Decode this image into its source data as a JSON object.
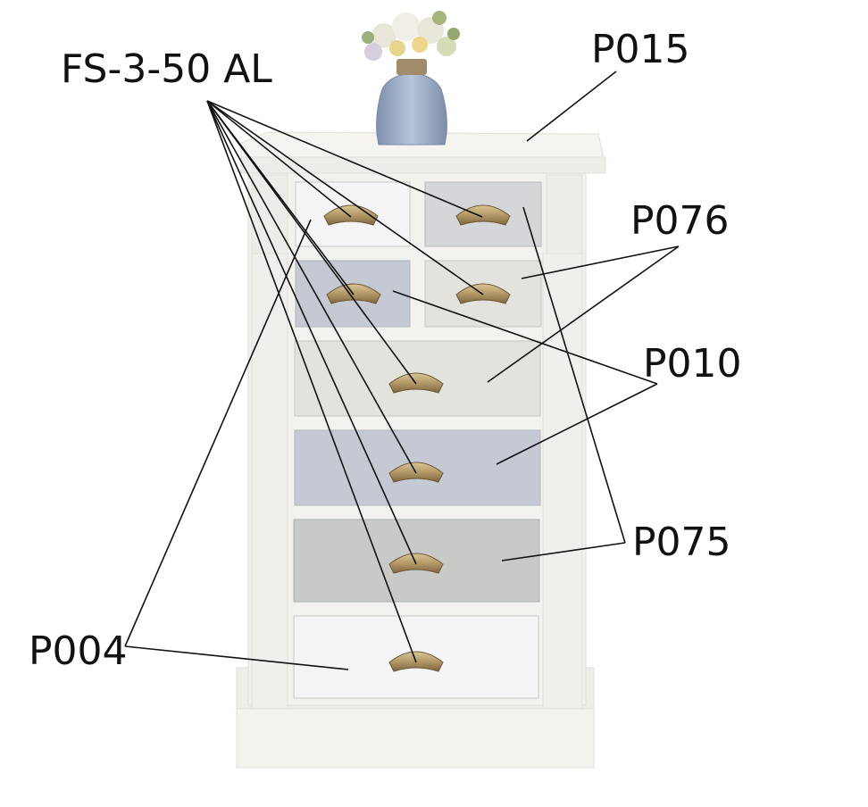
{
  "labels": {
    "handle": "FS-3-50 AL",
    "top": "P015",
    "p076": "P076",
    "p010": "P010",
    "p075": "P075",
    "p004": "P004"
  },
  "colors": {
    "cabinet_body": "#f4f2ef",
    "cabinet_shadow": "#e2dfda",
    "drawer_white": "#f5f5f7",
    "drawer_light_grey": "#d4d6d9",
    "drawer_blue_grey": "#c5c9d3",
    "drawer_beige": "#e4e2dd",
    "drawer_mid_grey": "#c8cac8",
    "handle_brass": "#b49968",
    "vase_blue": "#9aaac4",
    "leader_line": "#111111"
  },
  "drawers": [
    {
      "name": "drawer-top-left",
      "color_code": "P004"
    },
    {
      "name": "drawer-top-right",
      "color_code": "P075"
    },
    {
      "name": "drawer-second-left",
      "color_code": "P010"
    },
    {
      "name": "drawer-second-right",
      "color_code": "P076"
    },
    {
      "name": "drawer-third",
      "color_code": "P076"
    },
    {
      "name": "drawer-fourth",
      "color_code": "P010"
    },
    {
      "name": "drawer-fifth",
      "color_code": "P075"
    },
    {
      "name": "drawer-bottom",
      "color_code": "P004"
    }
  ]
}
